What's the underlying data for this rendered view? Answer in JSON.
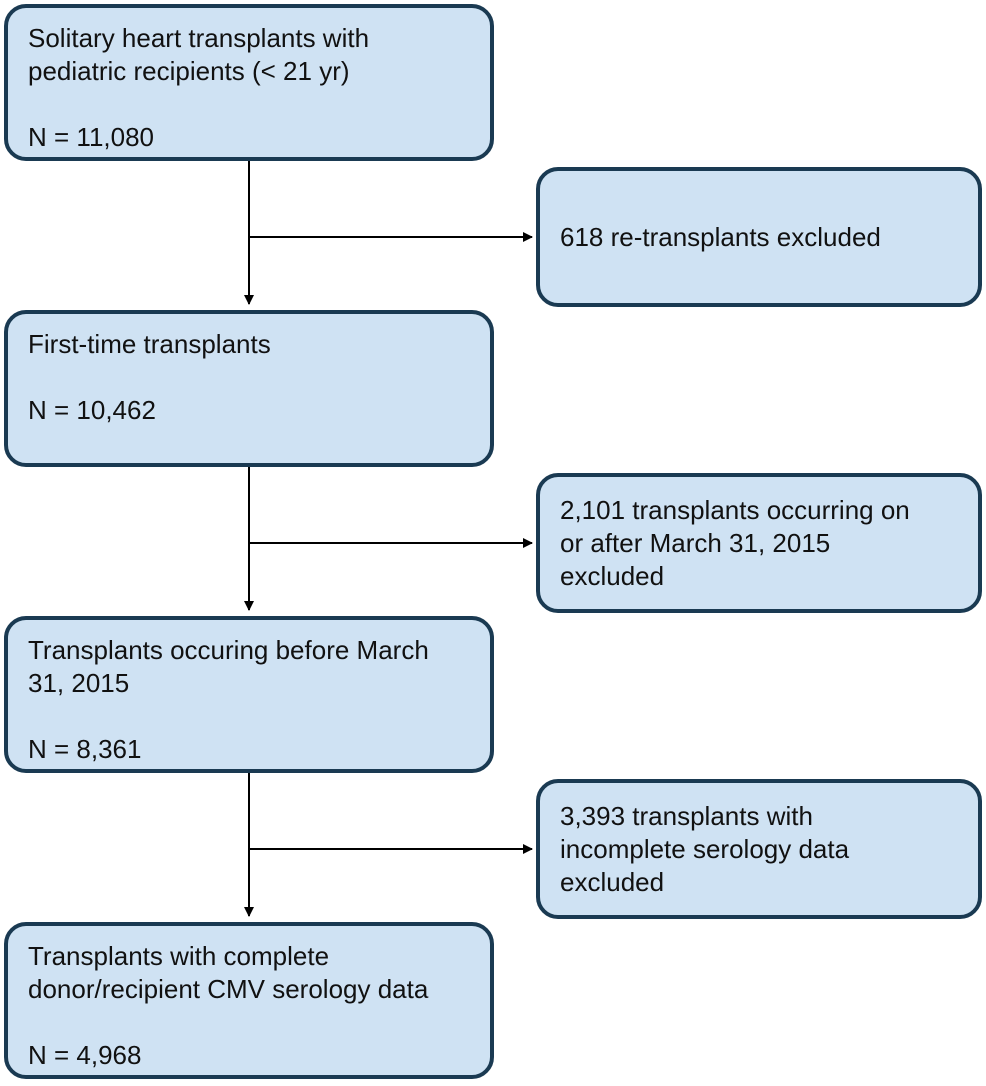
{
  "flowchart": {
    "main_boxes": [
      {
        "lines": [
          "Solitary heart transplants with",
          "pediatric recipients (< 21 yr)"
        ],
        "count": "N = 11,080"
      },
      {
        "lines": [
          "First-time transplants"
        ],
        "count": "N = 10,462"
      },
      {
        "lines": [
          "Transplants occuring before March",
          "31, 2015"
        ],
        "count": "N = 8,361"
      },
      {
        "lines": [
          "Transplants with complete",
          "donor/recipient CMV serology data"
        ],
        "count": "N = 4,968"
      }
    ],
    "exclusion_boxes": [
      {
        "lines": [
          "618 re-transplants excluded"
        ]
      },
      {
        "lines": [
          "2,101 transplants occurring on",
          "or after March 31, 2015",
          "excluded"
        ]
      },
      {
        "lines": [
          "3,393 transplants with",
          "incomplete serology data",
          "excluded"
        ]
      }
    ],
    "colors": {
      "box_fill": "#cfe2f3",
      "box_border": "#1a3a52",
      "arrow": "#000000",
      "text": "#111111"
    }
  }
}
